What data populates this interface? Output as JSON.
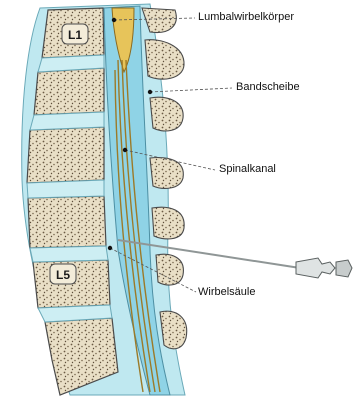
{
  "labels": {
    "lumbalwirbelkoerper": "Lumbalwirbelkörper",
    "bandscheibe": "Bandscheibe",
    "spinalkanal": "Spinalkanal",
    "wirbelsaeule": "Wirbelsäule",
    "l1": "L1",
    "l5": "L5"
  },
  "colors": {
    "bone": "#e8dcc4",
    "bone_outline": "#4a4a4a",
    "disc": "#b8e6ee",
    "canal_fluid": "#8fd3e6",
    "cord": "#c9a548",
    "needle": "#9aa0a0"
  }
}
